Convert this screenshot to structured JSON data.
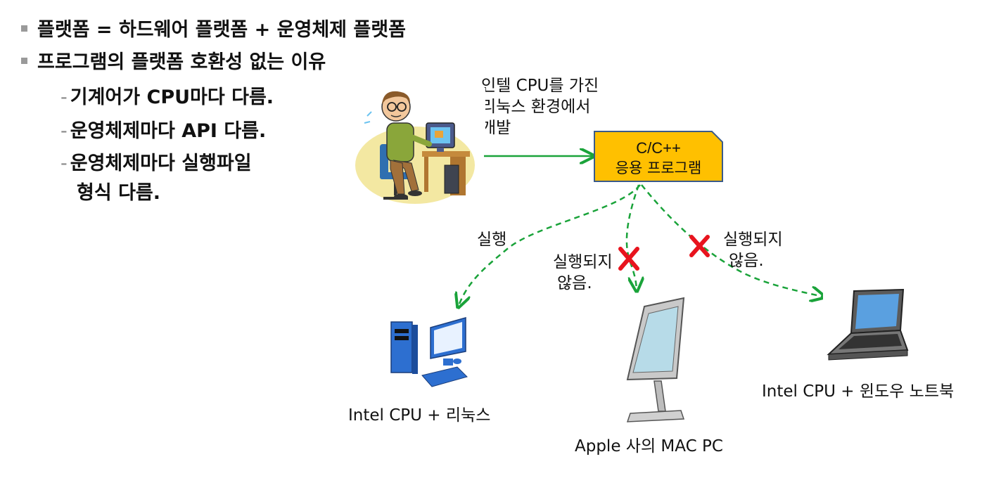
{
  "bullets": [
    "플랫폼 = 하드웨어 플랫폼 + 운영체제 플랫폼",
    "프로그램의 플랫폼 호환성 없는 이유"
  ],
  "sub_bullets": [
    {
      "dash": "-",
      "text": "기계어가 CPU마다 다름."
    },
    {
      "dash": "-",
      "text": "운영체제마다 API 다름."
    },
    {
      "dash": "-",
      "text": "운영체제마다 실행파일",
      "text2": "형식 다름."
    }
  ],
  "developer_label": [
    "인텔 CPU를 가진",
    "리눅스 환경에서",
    "개발"
  ],
  "program_box": {
    "line1": "C/C++",
    "line2": "응용 프로그램",
    "fill": "#ffc000"
  },
  "edge_labels": {
    "linux": "실행",
    "mac": [
      "실행되지",
      "않음."
    ],
    "windows": [
      "실행되지",
      "않음."
    ]
  },
  "targets": {
    "linux": "Intel CPU + 리눅스",
    "mac": "Apple 사의 MAC PC",
    "windows": "Intel CPU + 윈도우 노트북"
  },
  "colors": {
    "arrow": "#1aa33a",
    "cross": "#e8141e"
  }
}
